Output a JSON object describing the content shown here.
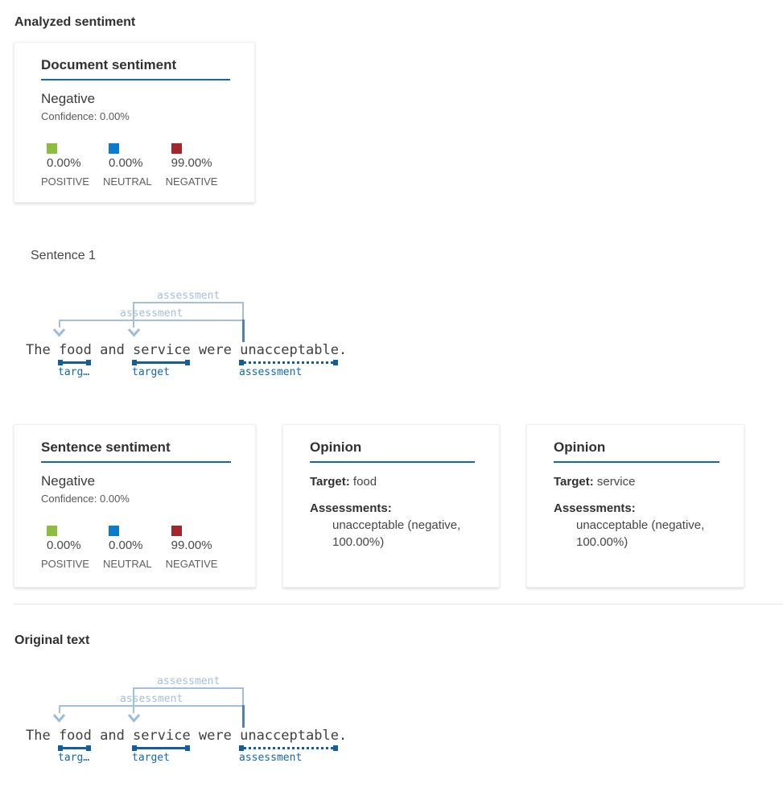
{
  "page": {
    "heading_analyzed": "Analyzed sentiment",
    "heading_sentence": "Sentence 1",
    "heading_original": "Original text"
  },
  "document_card": {
    "title": "Document sentiment",
    "sentiment": "Negative",
    "confidence": "Confidence: 0.00%",
    "scores": [
      {
        "label": "POSITIVE",
        "value": "0.00%",
        "color": "#8cbd3f"
      },
      {
        "label": "NEUTRAL",
        "value": "0.00%",
        "color": "#0a7cd0"
      },
      {
        "label": "NEGATIVE",
        "value": "99.00%",
        "color": "#a4262c"
      }
    ]
  },
  "sentence_card": {
    "title": "Sentence sentiment",
    "sentiment": "Negative",
    "confidence": "Confidence: 0.00%",
    "scores": [
      {
        "label": "POSITIVE",
        "value": "0.00%",
        "color": "#8cbd3f"
      },
      {
        "label": "NEUTRAL",
        "value": "0.00%",
        "color": "#0a7cd0"
      },
      {
        "label": "NEGATIVE",
        "value": "99.00%",
        "color": "#a4262c"
      }
    ]
  },
  "opinion_cards": [
    {
      "title": "Opinion",
      "target_label": "Target:",
      "target": "food",
      "assessments_label": "Assessments:",
      "assessment": "unacceptable (negative, 100.00%)"
    },
    {
      "title": "Opinion",
      "target_label": "Target:",
      "target": "service",
      "assessments_label": "Assessments:",
      "assessment": "unacceptable (negative, 100.00%)"
    }
  ],
  "diagram": {
    "sentence": "The food and service were unacceptable.",
    "arc_label_top": "assessment",
    "arc_label_bottom": "assessment",
    "token_labels": {
      "food": "targ…",
      "service": "target",
      "assessment": "assessment"
    },
    "colors": {
      "arc": "#a3bfdc",
      "arc_overlap": "#4c82b4",
      "underline": "#155d9c",
      "token_label_text": "#1268ae",
      "title_underline": "#1568a8"
    }
  }
}
